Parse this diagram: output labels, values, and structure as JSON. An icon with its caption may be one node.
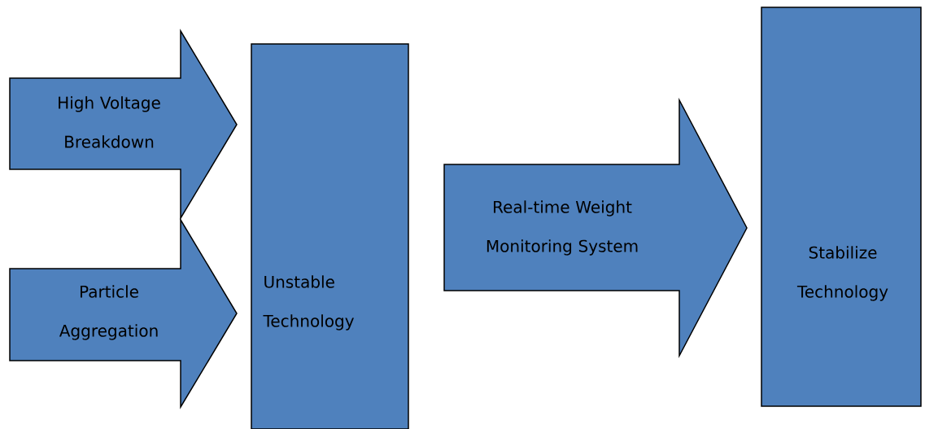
{
  "diagram": {
    "nodes": [
      {
        "text": [
          "Unstable Technology"
        ]
      },
      {
        "text": [
          "Stabilize Technology"
        ]
      }
    ],
    "edges": [
      {
        "from": null,
        "to": 0,
        "arrow": "to",
        "label": "High Voltage Breakdown"
      },
      {
        "from": null,
        "to": 0,
        "arrow": "to",
        "label": "Particle Aggregation"
      },
      {
        "from": 0,
        "to": 1,
        "arrow": "to",
        "label": "Real-time Weight Monitoring System"
      }
    ]
  }
}
